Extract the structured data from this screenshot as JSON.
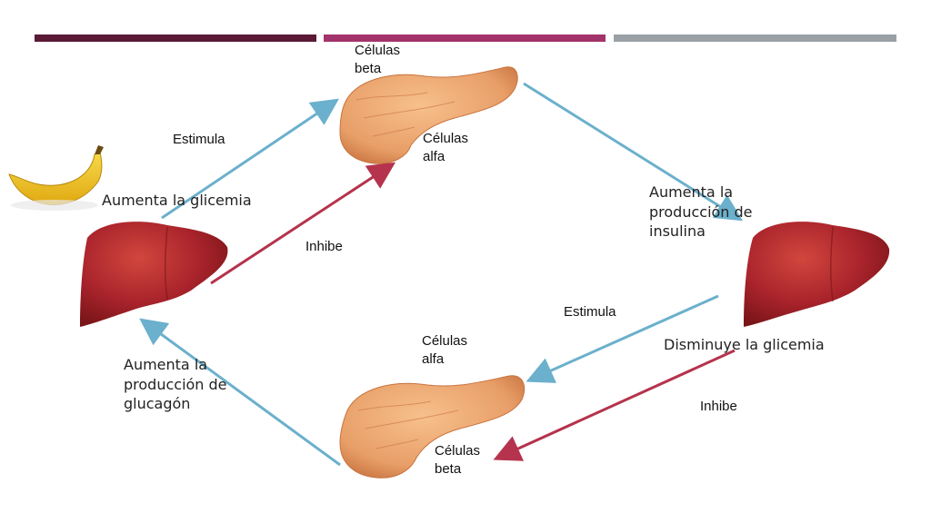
{
  "colors": {
    "bar1": "#5a1a36",
    "bar2": "#a3336b",
    "bar3": "#9aa0a6",
    "stimulate_arrow": "#6bb0cc",
    "inhibit_arrow": "#b5334c",
    "liver": "#a8232b",
    "pancreas": "#e89e67",
    "banana": "#f2c51a"
  },
  "icons": [
    "banana-icon",
    "liver-icon",
    "pancreas-icon"
  ],
  "labels": {
    "top_pancreas_beta": "Células beta",
    "top_pancreas_alfa": "Células alfa",
    "stimulate_left": "Estimula",
    "inhibit_left": "Inhibe",
    "raise_glycemia": "Aumenta la glicemia",
    "raise_insulin": "Aumenta la producción de insulina",
    "stimulate_right": "Estimula",
    "lower_glycemia": "Disminuye la glicemia",
    "inhibit_right": "Inhibe",
    "bottom_pancreas_alfa": "Células alfa",
    "bottom_pancreas_beta": "Células beta",
    "raise_glucagon": "Aumenta la producción de glucagón"
  }
}
